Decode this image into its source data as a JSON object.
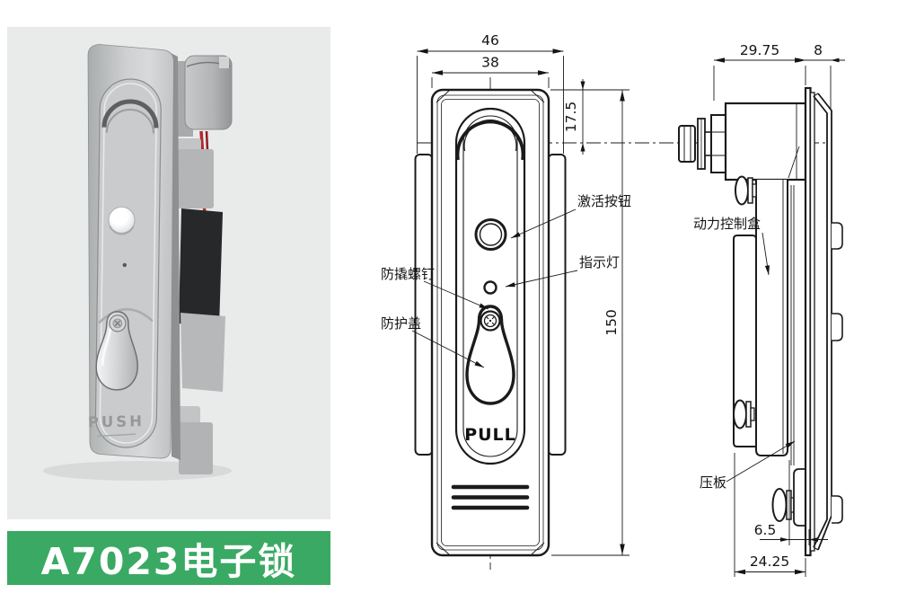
{
  "banner": {
    "text": "A7023电子锁",
    "color": "#3aa963"
  },
  "photo": {
    "push_label": "PUSH"
  },
  "front_view": {
    "pull_label": "PULL",
    "dim_width_outer": "46",
    "dim_width_inner": "38",
    "dim_top_to_center": "17.5",
    "dim_height": "150",
    "label_activate_button": "激活按钮",
    "label_indicator_light": "指示灯",
    "label_anti_pry_screw": "防撬螺钉",
    "label_protective_cover": "防护盖"
  },
  "side_view": {
    "dim_protrusion": "29.75",
    "dim_flange": "8",
    "dim_clamp": "6.5",
    "dim_depth": "24.25",
    "label_power_control_box": "动力控制盒",
    "label_pressure_plate": "压板"
  }
}
